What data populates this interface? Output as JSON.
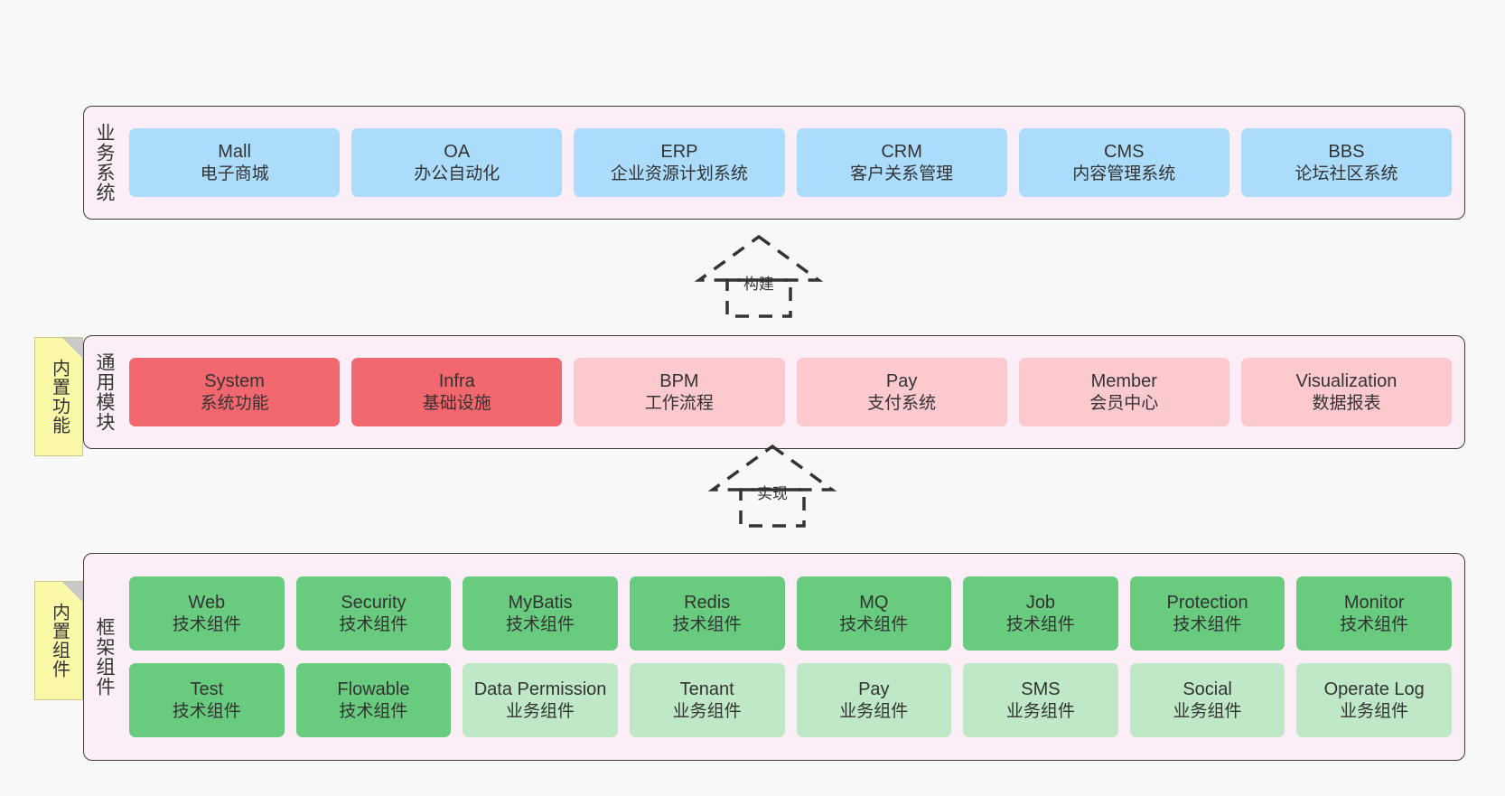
{
  "diagram": {
    "background_color": "#f8f8f8",
    "band_fill": "#fbeef7",
    "band_border": "#3c3c3c"
  },
  "layers": [
    {
      "id": "business",
      "title": "业务系统",
      "rows": [
        {
          "cells": [
            {
              "en": "Mall",
              "cn": "电子商城",
              "style": "c-blue",
              "color": "#abdcfb"
            },
            {
              "en": "OA",
              "cn": "办公自动化",
              "style": "c-blue",
              "color": "#abdcfb"
            },
            {
              "en": "ERP",
              "cn": "企业资源计划系统",
              "style": "c-blue",
              "color": "#abdcfb"
            },
            {
              "en": "CRM",
              "cn": "客户关系管理",
              "style": "c-blue",
              "color": "#abdcfb"
            },
            {
              "en": "CMS",
              "cn": "内容管理系统",
              "style": "c-blue",
              "color": "#abdcfb"
            },
            {
              "en": "BBS",
              "cn": "论坛社区系统",
              "style": "c-blue",
              "color": "#abdcfb"
            }
          ]
        }
      ]
    },
    {
      "id": "common",
      "title": "通用模块",
      "rows": [
        {
          "cells": [
            {
              "en": "System",
              "cn": "系统功能",
              "style": "c-red",
              "color": "#f2686e"
            },
            {
              "en": "Infra",
              "cn": "基础设施",
              "style": "c-red",
              "color": "#f2686e"
            },
            {
              "en": "BPM",
              "cn": "工作流程",
              "style": "c-pink",
              "color": "#fbc9ce"
            },
            {
              "en": "Pay",
              "cn": "支付系统",
              "style": "c-pink",
              "color": "#fbc9ce"
            },
            {
              "en": "Member",
              "cn": "会员中心",
              "style": "c-pink",
              "color": "#fbc9ce"
            },
            {
              "en": "Visualization",
              "cn": "数据报表",
              "style": "c-pink",
              "color": "#fbc9ce"
            }
          ]
        }
      ]
    },
    {
      "id": "frame",
      "title": "框架组件",
      "rows": [
        {
          "cells": [
            {
              "en": "Web",
              "cn": "技术组件",
              "style": "c-green",
              "color": "#68cb7e"
            },
            {
              "en": "Security",
              "cn": "技术组件",
              "style": "c-green",
              "color": "#68cb7e"
            },
            {
              "en": "MyBatis",
              "cn": "技术组件",
              "style": "c-green",
              "color": "#68cb7e"
            },
            {
              "en": "Redis",
              "cn": "技术组件",
              "style": "c-green",
              "color": "#68cb7e"
            },
            {
              "en": "MQ",
              "cn": "技术组件",
              "style": "c-green",
              "color": "#68cb7e"
            },
            {
              "en": "Job",
              "cn": "技术组件",
              "style": "c-green",
              "color": "#68cb7e"
            },
            {
              "en": "Protection",
              "cn": "技术组件",
              "style": "c-green",
              "color": "#68cb7e"
            },
            {
              "en": "Monitor",
              "cn": "技术组件",
              "style": "c-green",
              "color": "#68cb7e"
            }
          ]
        },
        {
          "cells": [
            {
              "en": "Test",
              "cn": "技术组件",
              "style": "c-green",
              "color": "#68cb7e"
            },
            {
              "en": "Flowable",
              "cn": "技术组件",
              "style": "c-green",
              "color": "#68cb7e"
            },
            {
              "en": "Data Permission",
              "cn": "业务组件",
              "style": "c-lgreen",
              "color": "#bfe8c7"
            },
            {
              "en": "Tenant",
              "cn": "业务组件",
              "style": "c-lgreen",
              "color": "#bfe8c7"
            },
            {
              "en": "Pay",
              "cn": "业务组件",
              "style": "c-lgreen",
              "color": "#bfe8c7"
            },
            {
              "en": "SMS",
              "cn": "业务组件",
              "style": "c-lgreen",
              "color": "#bfe8c7"
            },
            {
              "en": "Social",
              "cn": "业务组件",
              "style": "c-lgreen",
              "color": "#bfe8c7"
            },
            {
              "en": "Operate Log",
              "cn": "业务组件",
              "style": "c-lgreen",
              "color": "#bfe8c7"
            }
          ]
        }
      ]
    }
  ],
  "notes": [
    {
      "id": "builtin-func",
      "text": "内置功能",
      "color": "#fbf9a8"
    },
    {
      "id": "builtin-comp",
      "text": "内置组件",
      "color": "#fbf9a8"
    }
  ],
  "arrows": [
    {
      "id": "build",
      "label": "构建",
      "style": "dashed-generalization"
    },
    {
      "id": "impl",
      "label": "实现",
      "style": "dashed-generalization"
    }
  ]
}
